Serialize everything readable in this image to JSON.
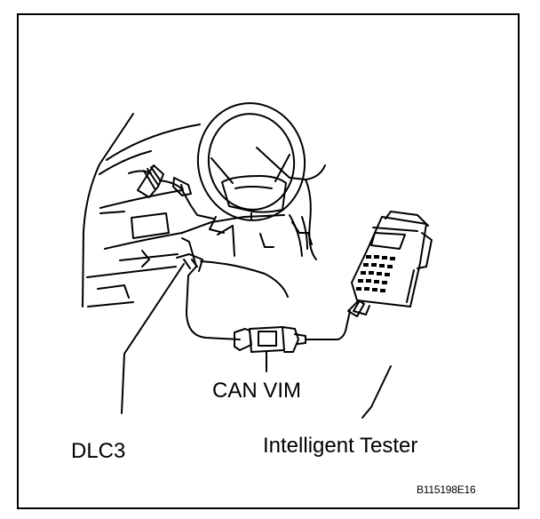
{
  "labels": {
    "can_vim": "CAN VIM",
    "dlc3": "DLC3",
    "tester": "Intelligent Tester",
    "figure_code": "B115198E16"
  },
  "colors": {
    "line": "#000000",
    "background": "#ffffff"
  }
}
